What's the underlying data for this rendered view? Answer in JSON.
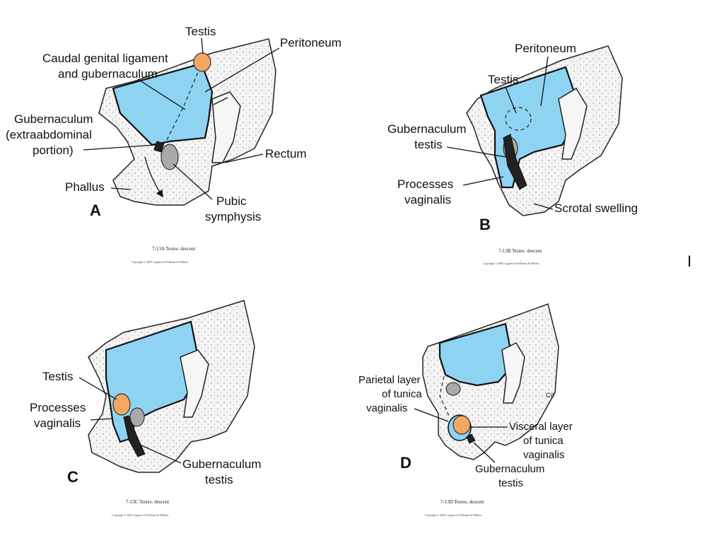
{
  "panels": {
    "A": {
      "letter": "A",
      "labels": {
        "testis": "Testis",
        "peritoneum": "Peritoneum",
        "caudal_1": "Caudal genital ligament",
        "caudal_2": "and gubernaculum",
        "gub_1": "Gubernaculum",
        "gub_2": "(extraabdominal",
        "gub_3": "portion)",
        "rectum": "Rectum",
        "phallus": "Phallus",
        "pubic_1": "Pubic",
        "pubic_2": "symphysis"
      },
      "caption": "7-13A  Testes: descent",
      "copyright": "Copyright © 2005 Lippincott Williams & Wilkins."
    },
    "B": {
      "letter": "B",
      "labels": {
        "peritoneum": "Peritoneum",
        "testis": "Testis",
        "gub_1": "Gubernaculum",
        "gub_2": "testis",
        "proc_1": "Processes",
        "proc_2": "vaginalis",
        "scrotal": "Scrotal swelling"
      },
      "caption": "7-13B  Testes: descent",
      "copyright": "Copyright © 2005 Lippincott Williams & Wilkins."
    },
    "C": {
      "letter": "C",
      "labels": {
        "testis": "Testis",
        "proc_1": "Processes",
        "proc_2": "vaginalis",
        "gub_1": "Gubernaculum",
        "gub_2": "testis"
      },
      "caption": "7-13C  Testes: descent",
      "copyright": "Copyright © 2005 Lippincott Williams & Wilkins."
    },
    "D": {
      "letter": "D",
      "labels": {
        "parietal_1": "Parietal layer",
        "parietal_2": "of tunica",
        "parietal_3": "vaginalis",
        "visceral_1": "Visceral layer",
        "visceral_2": "of tunica",
        "visceral_3": "vaginalis",
        "gub_1": "Gubernaculum",
        "gub_2": "testis",
        "signature": "Cd"
      },
      "caption": "7-13D  Testes: descent",
      "copyright": "Copyright © 2005 Lippincott Williams & Wilkins."
    }
  },
  "stray_mark": "I",
  "colors": {
    "peritoneal_cavity": "#8fd3f2",
    "testis": "#f4a760",
    "pubic_symphysis": "#a9a9a9"
  }
}
